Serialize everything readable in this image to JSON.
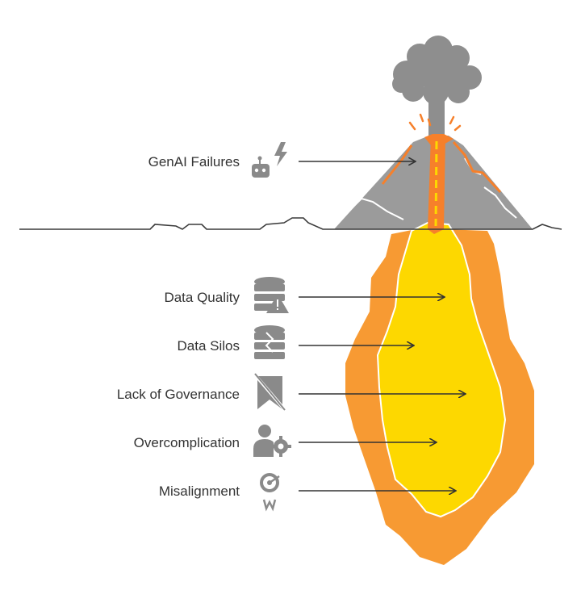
{
  "diagram": {
    "top_label": "GenAI Failures",
    "causes": [
      {
        "label": "Data Quality",
        "icon": "database-warning-icon"
      },
      {
        "label": "Data Silos",
        "icon": "database-sync-icon"
      },
      {
        "label": "Lack of Governance",
        "icon": "bookmark-off-icon"
      },
      {
        "label": "Overcomplication",
        "icon": "person-gear-icon"
      },
      {
        "label": "Misalignment",
        "icon": "target-broken-icon"
      }
    ],
    "top_icon": "robot-lightning-icon",
    "colors": {
      "label_text": "#333333",
      "icon_gray": "#8a8a8a",
      "rock_gray": "#9b9b9b",
      "smoke_gray": "#8e8e8e",
      "lava_outer": "#f79a33",
      "lava_inner": "#fdd800",
      "lava_stream": "#f6802b",
      "ground_line": "#3a3a3a"
    }
  }
}
